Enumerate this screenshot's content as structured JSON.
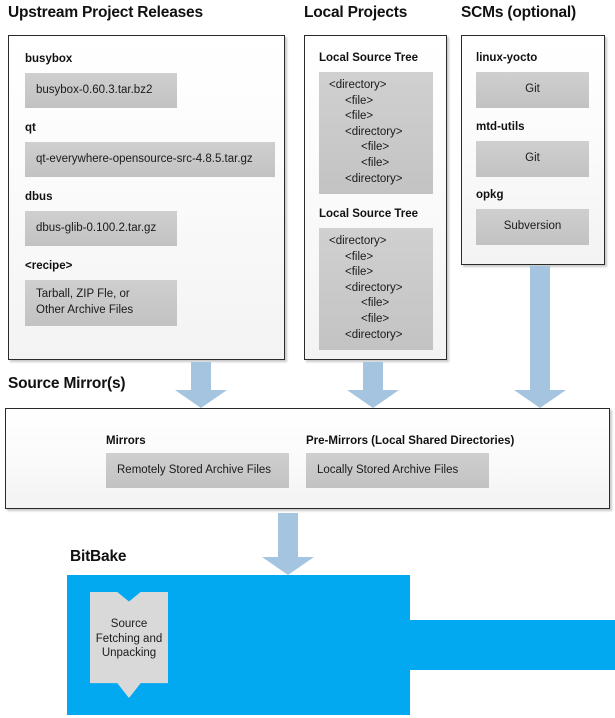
{
  "columns": {
    "upstream": {
      "heading": "Upstream Project Releases",
      "items": [
        {
          "label": "busybox",
          "value": "busybox-0.60.3.tar.bz2"
        },
        {
          "label": "qt",
          "value": "qt-everywhere-opensource-src-4.8.5.tar.gz"
        },
        {
          "label": "dbus",
          "value": "dbus-glib-0.100.2.tar.gz"
        },
        {
          "label": "<recipe>",
          "value": "Tarball, ZIP Fle, or\nOther Archive Files"
        }
      ]
    },
    "local_projects": {
      "heading": "Local Projects",
      "trees": [
        {
          "label": "Local Source Tree",
          "lines": [
            {
              "text": "<directory>",
              "depth": 0
            },
            {
              "text": "<file>",
              "depth": 1
            },
            {
              "text": "<file>",
              "depth": 1
            },
            {
              "text": "<directory>",
              "depth": 1
            },
            {
              "text": "<file>",
              "depth": 2
            },
            {
              "text": "<file>",
              "depth": 2
            },
            {
              "text": "<directory>",
              "depth": 1
            }
          ]
        },
        {
          "label": "Local Source Tree",
          "lines": [
            {
              "text": "<directory>",
              "depth": 0
            },
            {
              "text": "<file>",
              "depth": 1
            },
            {
              "text": "<file>",
              "depth": 1
            },
            {
              "text": "<directory>",
              "depth": 1
            },
            {
              "text": "<file>",
              "depth": 2
            },
            {
              "text": "<file>",
              "depth": 2
            },
            {
              "text": "<directory>",
              "depth": 1
            }
          ]
        }
      ]
    },
    "scms": {
      "heading": "SCMs (optional)",
      "items": [
        {
          "label": "linux-yocto",
          "value": "Git"
        },
        {
          "label": "mtd-utils",
          "value": "Git"
        },
        {
          "label": "opkg",
          "value": "Subversion"
        }
      ]
    }
  },
  "source_mirrors": {
    "heading": "Source Mirror(s)",
    "groups": [
      {
        "label": "Mirrors",
        "value": "Remotely Stored Archive Files"
      },
      {
        "label": "Pre-Mirrors (Local Shared Directories)",
        "value": "Locally Stored Archive Files"
      }
    ]
  },
  "bitbake": {
    "heading": "BitBake",
    "task": "Source\nFetching and\nUnpacking"
  },
  "colors": {
    "arrow": "#a5c4e0",
    "bitbake_blue": "#03a9f0",
    "gray_box": "#c9c9c9",
    "panel_border": "#2b2b2b",
    "text": "#1a1a1a"
  },
  "arrows": [
    {
      "name": "arrow-upstream-to-mirrors"
    },
    {
      "name": "arrow-local-projects-to-mirrors"
    },
    {
      "name": "arrow-scms-to-mirrors"
    },
    {
      "name": "arrow-mirrors-to-bitbake"
    }
  ]
}
